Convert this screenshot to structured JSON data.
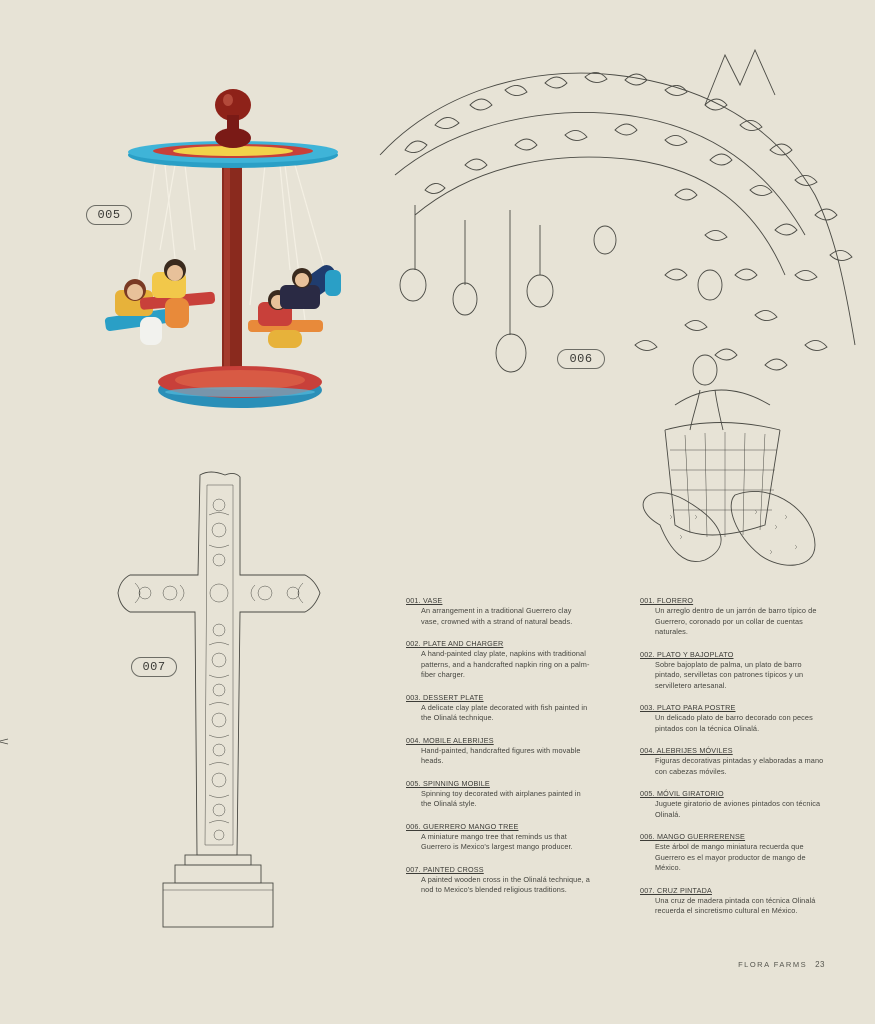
{
  "badges": {
    "b005": "005",
    "b006": "006",
    "b007": "007"
  },
  "entries_en": [
    {
      "title": "001. VASE",
      "desc": "An arrangement in a traditional Guerrero clay vase, crowned with a strand of natural beads."
    },
    {
      "title": "002. PLATE AND CHARGER",
      "desc": "A hand-painted clay plate, napkins with traditional patterns, and a handcrafted napkin ring on a palm-fiber charger."
    },
    {
      "title": "003. DESSERT PLATE",
      "desc": "A delicate clay plate decorated with fish painted in the Olinalá technique."
    },
    {
      "title": "004. MOBILE ALEBRIJES",
      "desc": "Hand-painted, handcrafted figures with movable heads."
    },
    {
      "title": "005. SPINNING MOBILE",
      "desc": "Spinning toy decorated with airplanes painted in the Olinalá style."
    },
    {
      "title": "006. GUERRERO MANGO TREE",
      "desc": "A miniature mango tree that reminds us that Guerrero is Mexico's largest mango producer."
    },
    {
      "title": "007. PAINTED CROSS",
      "desc": "A painted wooden cross in the Olinalá technique, a nod to Mexico's blended religious traditions."
    }
  ],
  "entries_es": [
    {
      "title": "001. FLORERO",
      "desc": "Un arreglo dentro de un jarrón de barro típico de Guerrero, coronado por un collar de cuentas naturales."
    },
    {
      "title": "002. PLATO Y BAJOPLATO",
      "desc": "Sobre bajoplato de palma, un plato de barro pintado, servilletas con patrones típicos y un servilletero artesanal."
    },
    {
      "title": "003. PLATO PARA POSTRE",
      "desc": "Un delicado plato de barro decorado con peces pintados con la técnica Olinalá."
    },
    {
      "title": "004. ALEBRIJES MÓVILES",
      "desc": "Figuras decorativas pintadas y elaboradas a mano con cabezas móviles."
    },
    {
      "title": "005. MÓVIL GIRATORIO",
      "desc": "Juguete giratorio de aviones pintados con técnica Olinalá."
    },
    {
      "title": "006. MANGO GUERRERENSE",
      "desc": "Este árbol de mango miniatura recuerda que Guerrero es el mayor productor de mango de México."
    },
    {
      "title": "007. CRUZ PINTADA",
      "desc": "Una cruz de madera pintada con técnica Olinalá recuerda el sincretismo cultural en México."
    }
  ],
  "footer": {
    "brand": "FLORA FARMS",
    "page": "23"
  },
  "colors": {
    "background": "#e7e3d6",
    "ink": "#3a3a36",
    "turquoise": "#2a9fc6",
    "maroon": "#7a1a16"
  }
}
